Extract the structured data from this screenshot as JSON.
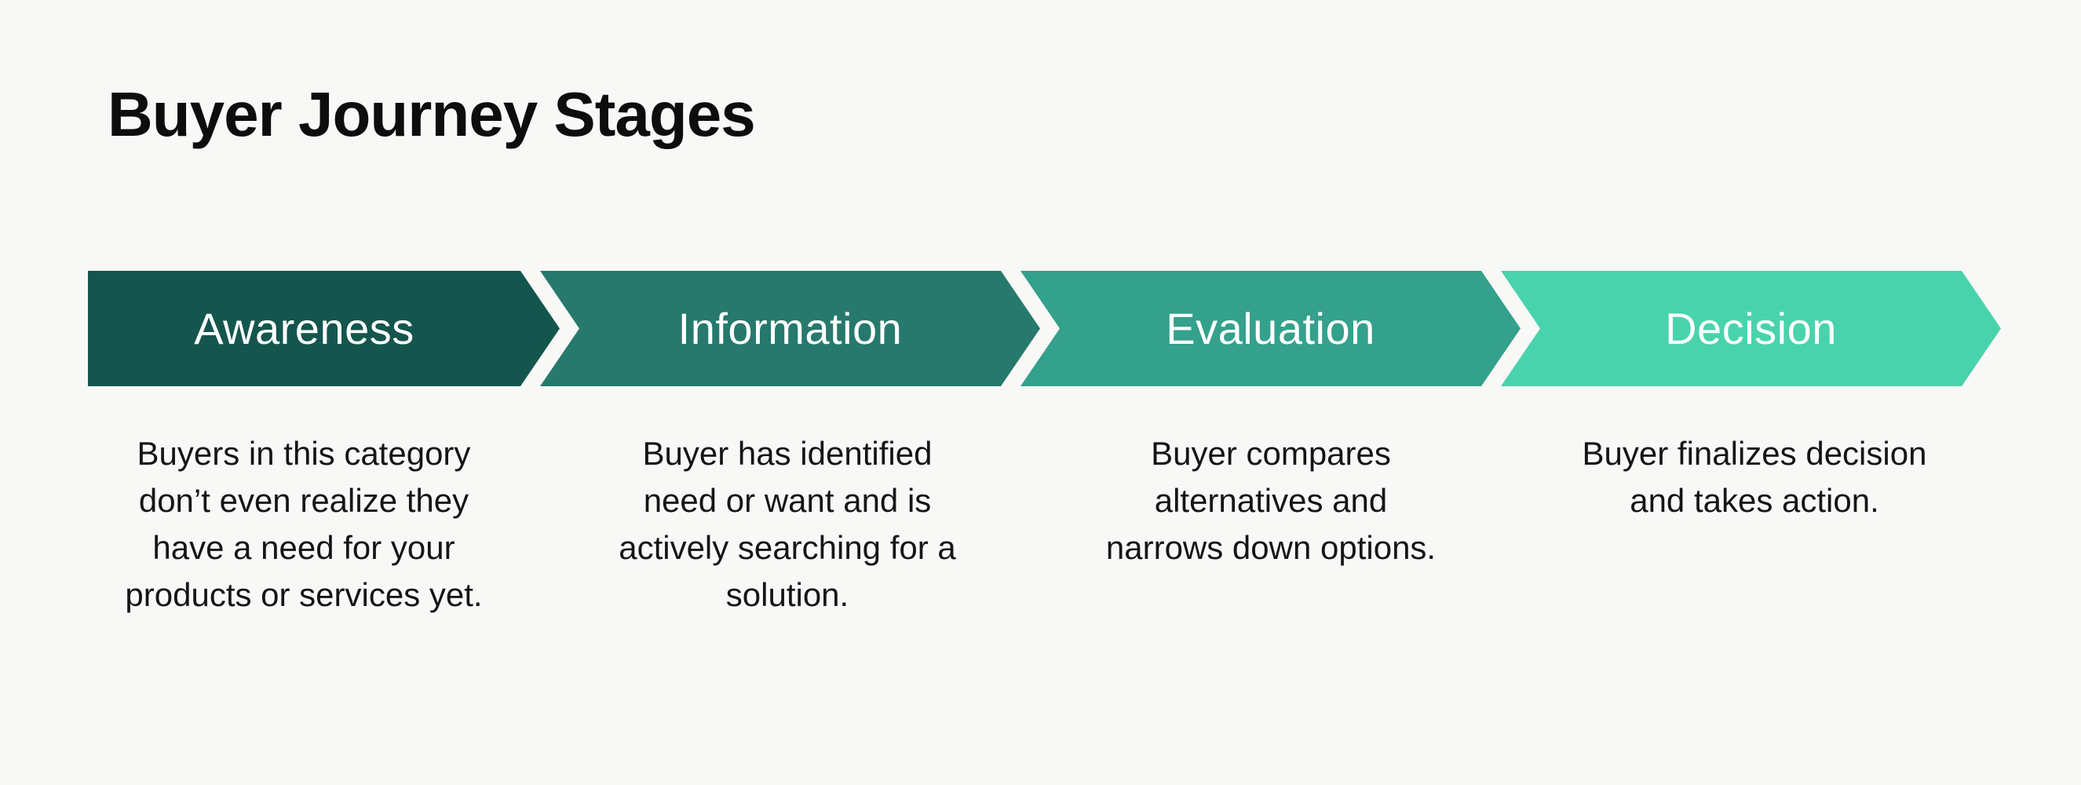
{
  "title": "Buyer Journey Stages",
  "colors": {
    "background": "#f8f8f6",
    "title_text": "#0d0d0d",
    "body_text": "#151515",
    "stage_label_text": "#ffffff"
  },
  "stages": [
    {
      "label": "Awareness",
      "color": "#14564e",
      "description": "Buyers in this category\ndon’t even realize they\nhave a need for your\nproducts or services yet."
    },
    {
      "label": "Information",
      "color": "#26796c",
      "description": "Buyer has identified\nneed or want and is\nactively searching for a\nsolution."
    },
    {
      "label": "Evaluation",
      "color": "#34a18c",
      "description": "Buyer compares\nalternatives and\nnarrows down options."
    },
    {
      "label": "Decision",
      "color": "#49d3ac",
      "description": "Buyer finalizes decision\nand takes action."
    }
  ]
}
